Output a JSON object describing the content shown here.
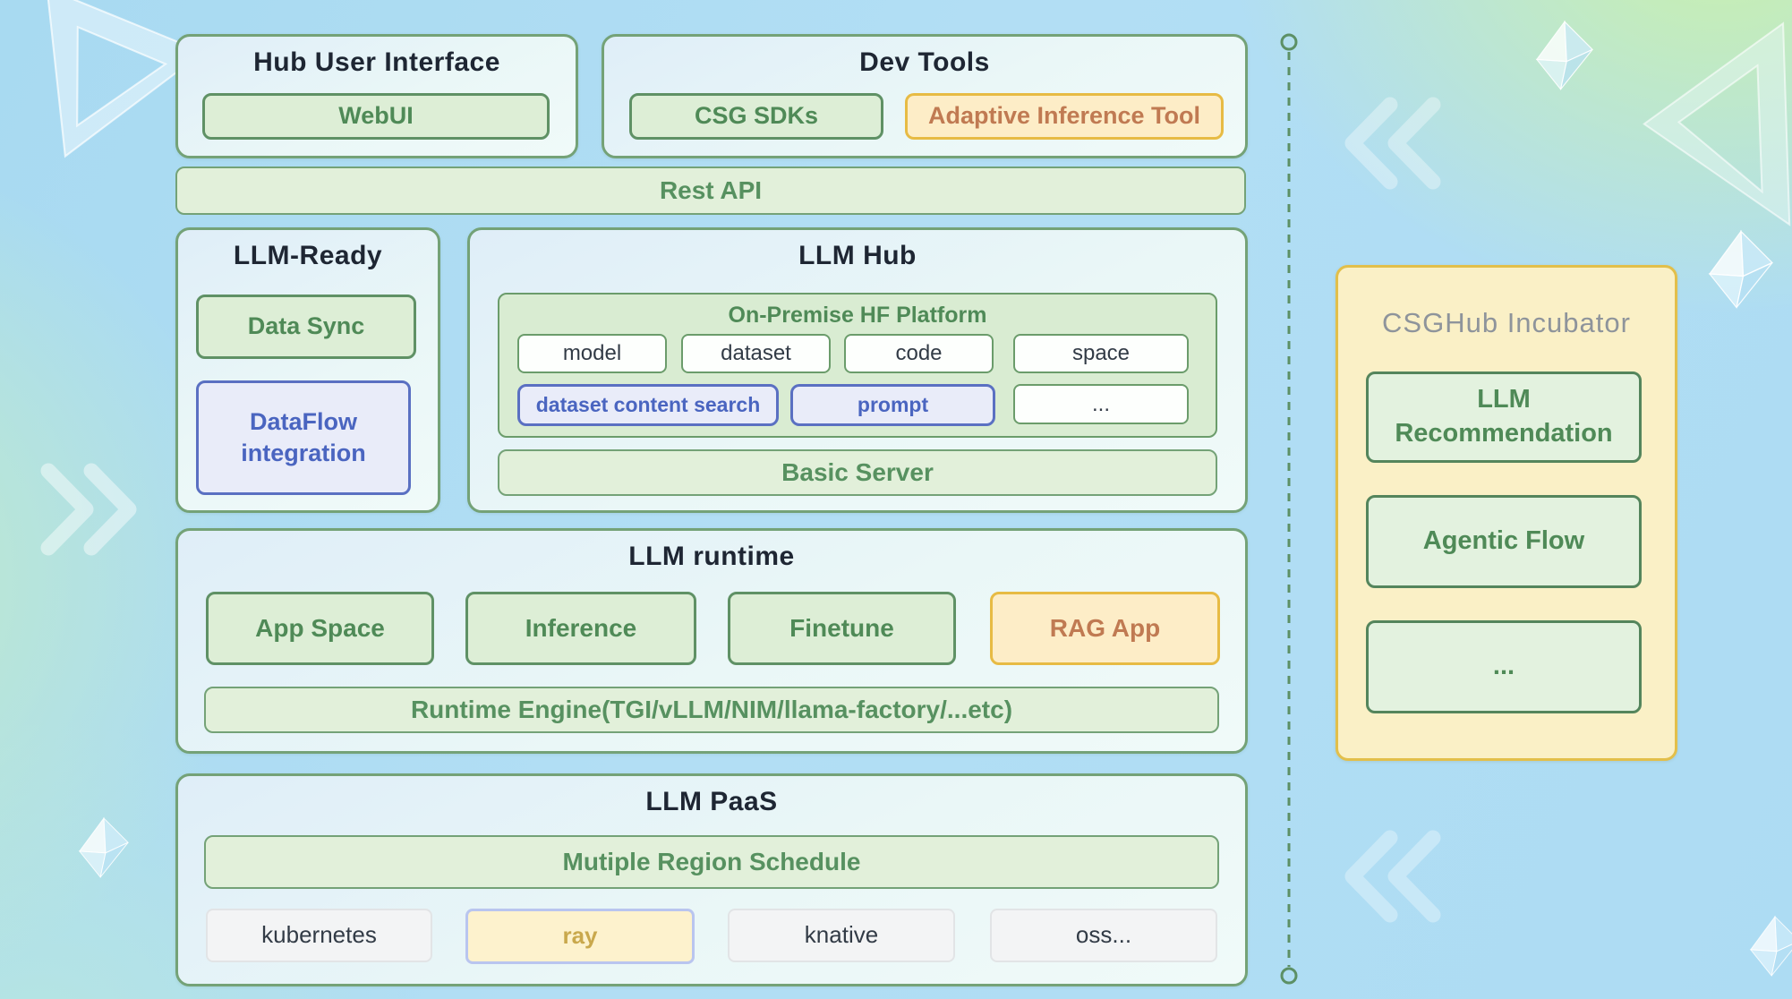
{
  "colors": {
    "accent_green": "#4f8a57",
    "accent_blue": "#4a65c0",
    "accent_orange": "#c07a52",
    "accent_gold": "#c9a84c",
    "title_dark": "#1e2633",
    "incubator_bg": "#faf0c6",
    "incubator_title_gray": "#8e949b"
  },
  "hub_user_interface": {
    "title": "Hub User Interface",
    "webui": "WebUI"
  },
  "dev_tools": {
    "title": "Dev Tools",
    "csg_sdks": "CSG SDKs",
    "adaptive": "Adaptive Inference Tool"
  },
  "rest_api": {
    "label": "Rest API"
  },
  "llm_ready": {
    "title": "LLM-Ready",
    "data_sync": "Data Sync",
    "dataflow": "DataFlow integration"
  },
  "llm_hub": {
    "title": "LLM Hub",
    "on_premise": {
      "title": "On-Premise HF Platform",
      "row1": [
        "model",
        "dataset",
        "code",
        "space"
      ],
      "row2": [
        "dataset content search",
        "prompt",
        "..."
      ]
    },
    "basic_server": "Basic Server"
  },
  "llm_runtime": {
    "title": "LLM runtime",
    "apps": [
      "App Space",
      "Inference",
      "Finetune",
      "RAG App"
    ],
    "engine": "Runtime Engine(TGI/vLLM/NIM/llama-factory/...etc)"
  },
  "llm_paas": {
    "title": "LLM PaaS",
    "schedule": "Mutiple Region Schedule",
    "infra": [
      "kubernetes",
      "ray",
      "knative",
      "oss..."
    ]
  },
  "incubator": {
    "title": "CSGHub Incubator",
    "items": [
      "LLM Recommendation",
      "Agentic Flow",
      "..."
    ]
  }
}
